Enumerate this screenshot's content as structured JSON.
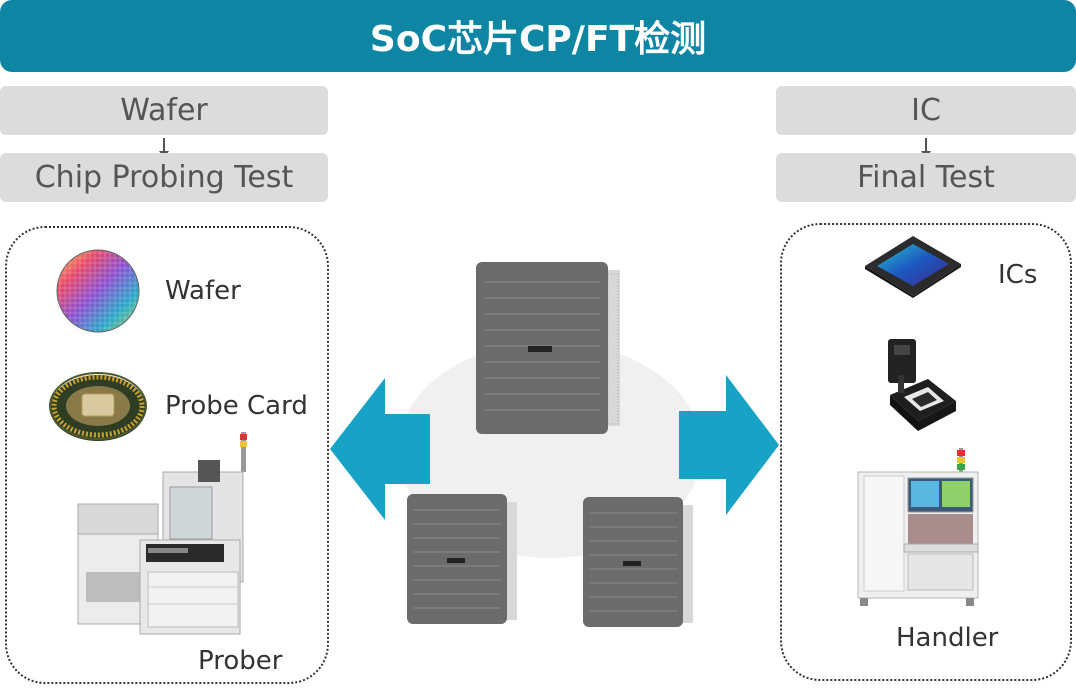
{
  "header": {
    "title": "SoC芯片CP/FT检测"
  },
  "left_flow": {
    "step1": "Wafer",
    "step2": "Chip Probing Test",
    "items": {
      "wafer": "Wafer",
      "probe_card": "Probe Card",
      "prober": "Prober"
    }
  },
  "right_flow": {
    "step1": "IC",
    "step2": "Final Test",
    "items": {
      "ics": "ICs",
      "handler": "Handler"
    }
  },
  "colors": {
    "banner": "#0e86a3",
    "arrow": "#17a2c6",
    "step_bg": "#dcdcdc",
    "tester_body": "#6b6b6b"
  },
  "icons": [
    "wafer-image",
    "probe-card-image",
    "prober-machine-image",
    "ic-chip-image",
    "ic-socket-image",
    "handler-machine-image",
    "tester-server-image"
  ]
}
